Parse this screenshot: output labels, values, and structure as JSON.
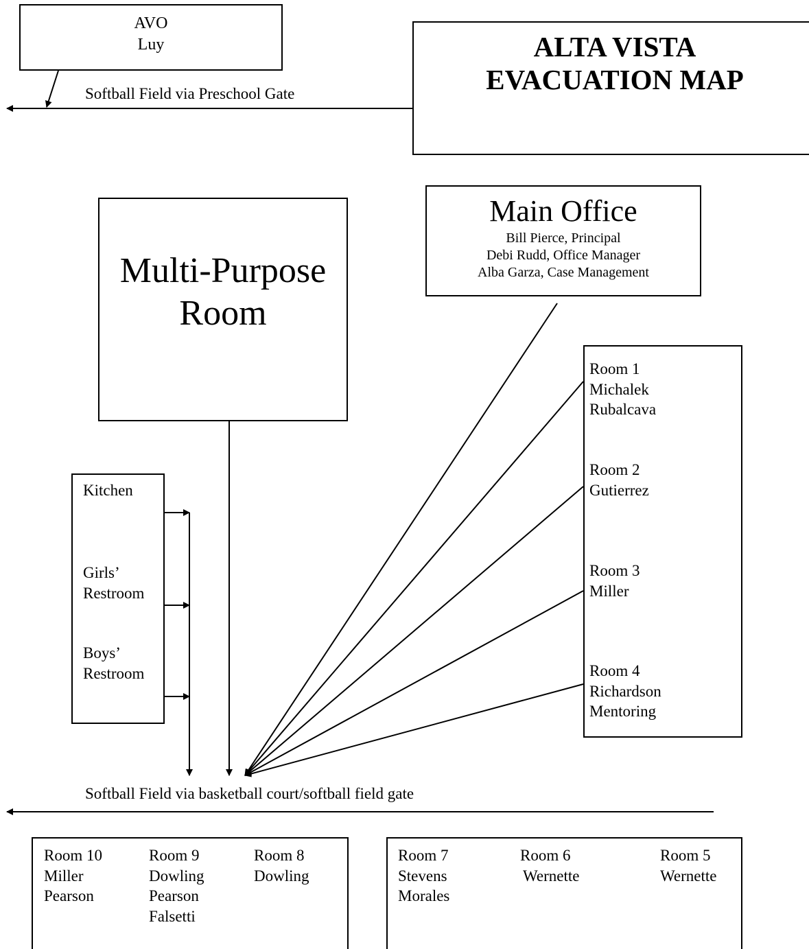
{
  "title": {
    "line1": "ALTA VISTA",
    "line2": "EVACUATION MAP"
  },
  "avo": {
    "line1": "AVO",
    "line2": "Luy"
  },
  "routes": {
    "top": "Softball Field via Preschool Gate",
    "bottom": "Softball Field via basketball court/softball field gate"
  },
  "multipurpose": {
    "line1": "Multi-Purpose",
    "line2": "Room"
  },
  "main_office": {
    "title": "Main Office",
    "staff": [
      "Bill Pierce, Principal",
      "Debi Rudd, Office Manager",
      "Alba Garza, Case Management"
    ]
  },
  "left_block": {
    "kitchen": "Kitchen",
    "girls": [
      "Girls’",
      "Restroom"
    ],
    "boys": [
      "Boys’",
      "Restroom"
    ]
  },
  "right_rooms": [
    {
      "room": "Room 1",
      "names": [
        "Michalek",
        "Rubalcava"
      ]
    },
    {
      "room": "Room 2",
      "names": [
        "Gutierrez"
      ]
    },
    {
      "room": "Room 3",
      "names": [
        "Miller"
      ]
    },
    {
      "room": "Room 4",
      "names": [
        "Richardson",
        "Mentoring"
      ]
    }
  ],
  "bottom_left_rooms": [
    {
      "room": "Room 10",
      "names": [
        "Miller",
        "Pearson"
      ]
    },
    {
      "room": "Room 9",
      "names": [
        "Dowling",
        "Pearson",
        "Falsetti"
      ]
    },
    {
      "room": "Room 8",
      "names": [
        "Dowling"
      ]
    }
  ],
  "bottom_right_rooms": [
    {
      "room": "Room 7",
      "names": [
        "Stevens",
        "Morales"
      ]
    },
    {
      "room": "Room 6",
      "names": [
        "Wernette"
      ]
    },
    {
      "room": "Room 5",
      "names": [
        "Wernette"
      ]
    }
  ]
}
